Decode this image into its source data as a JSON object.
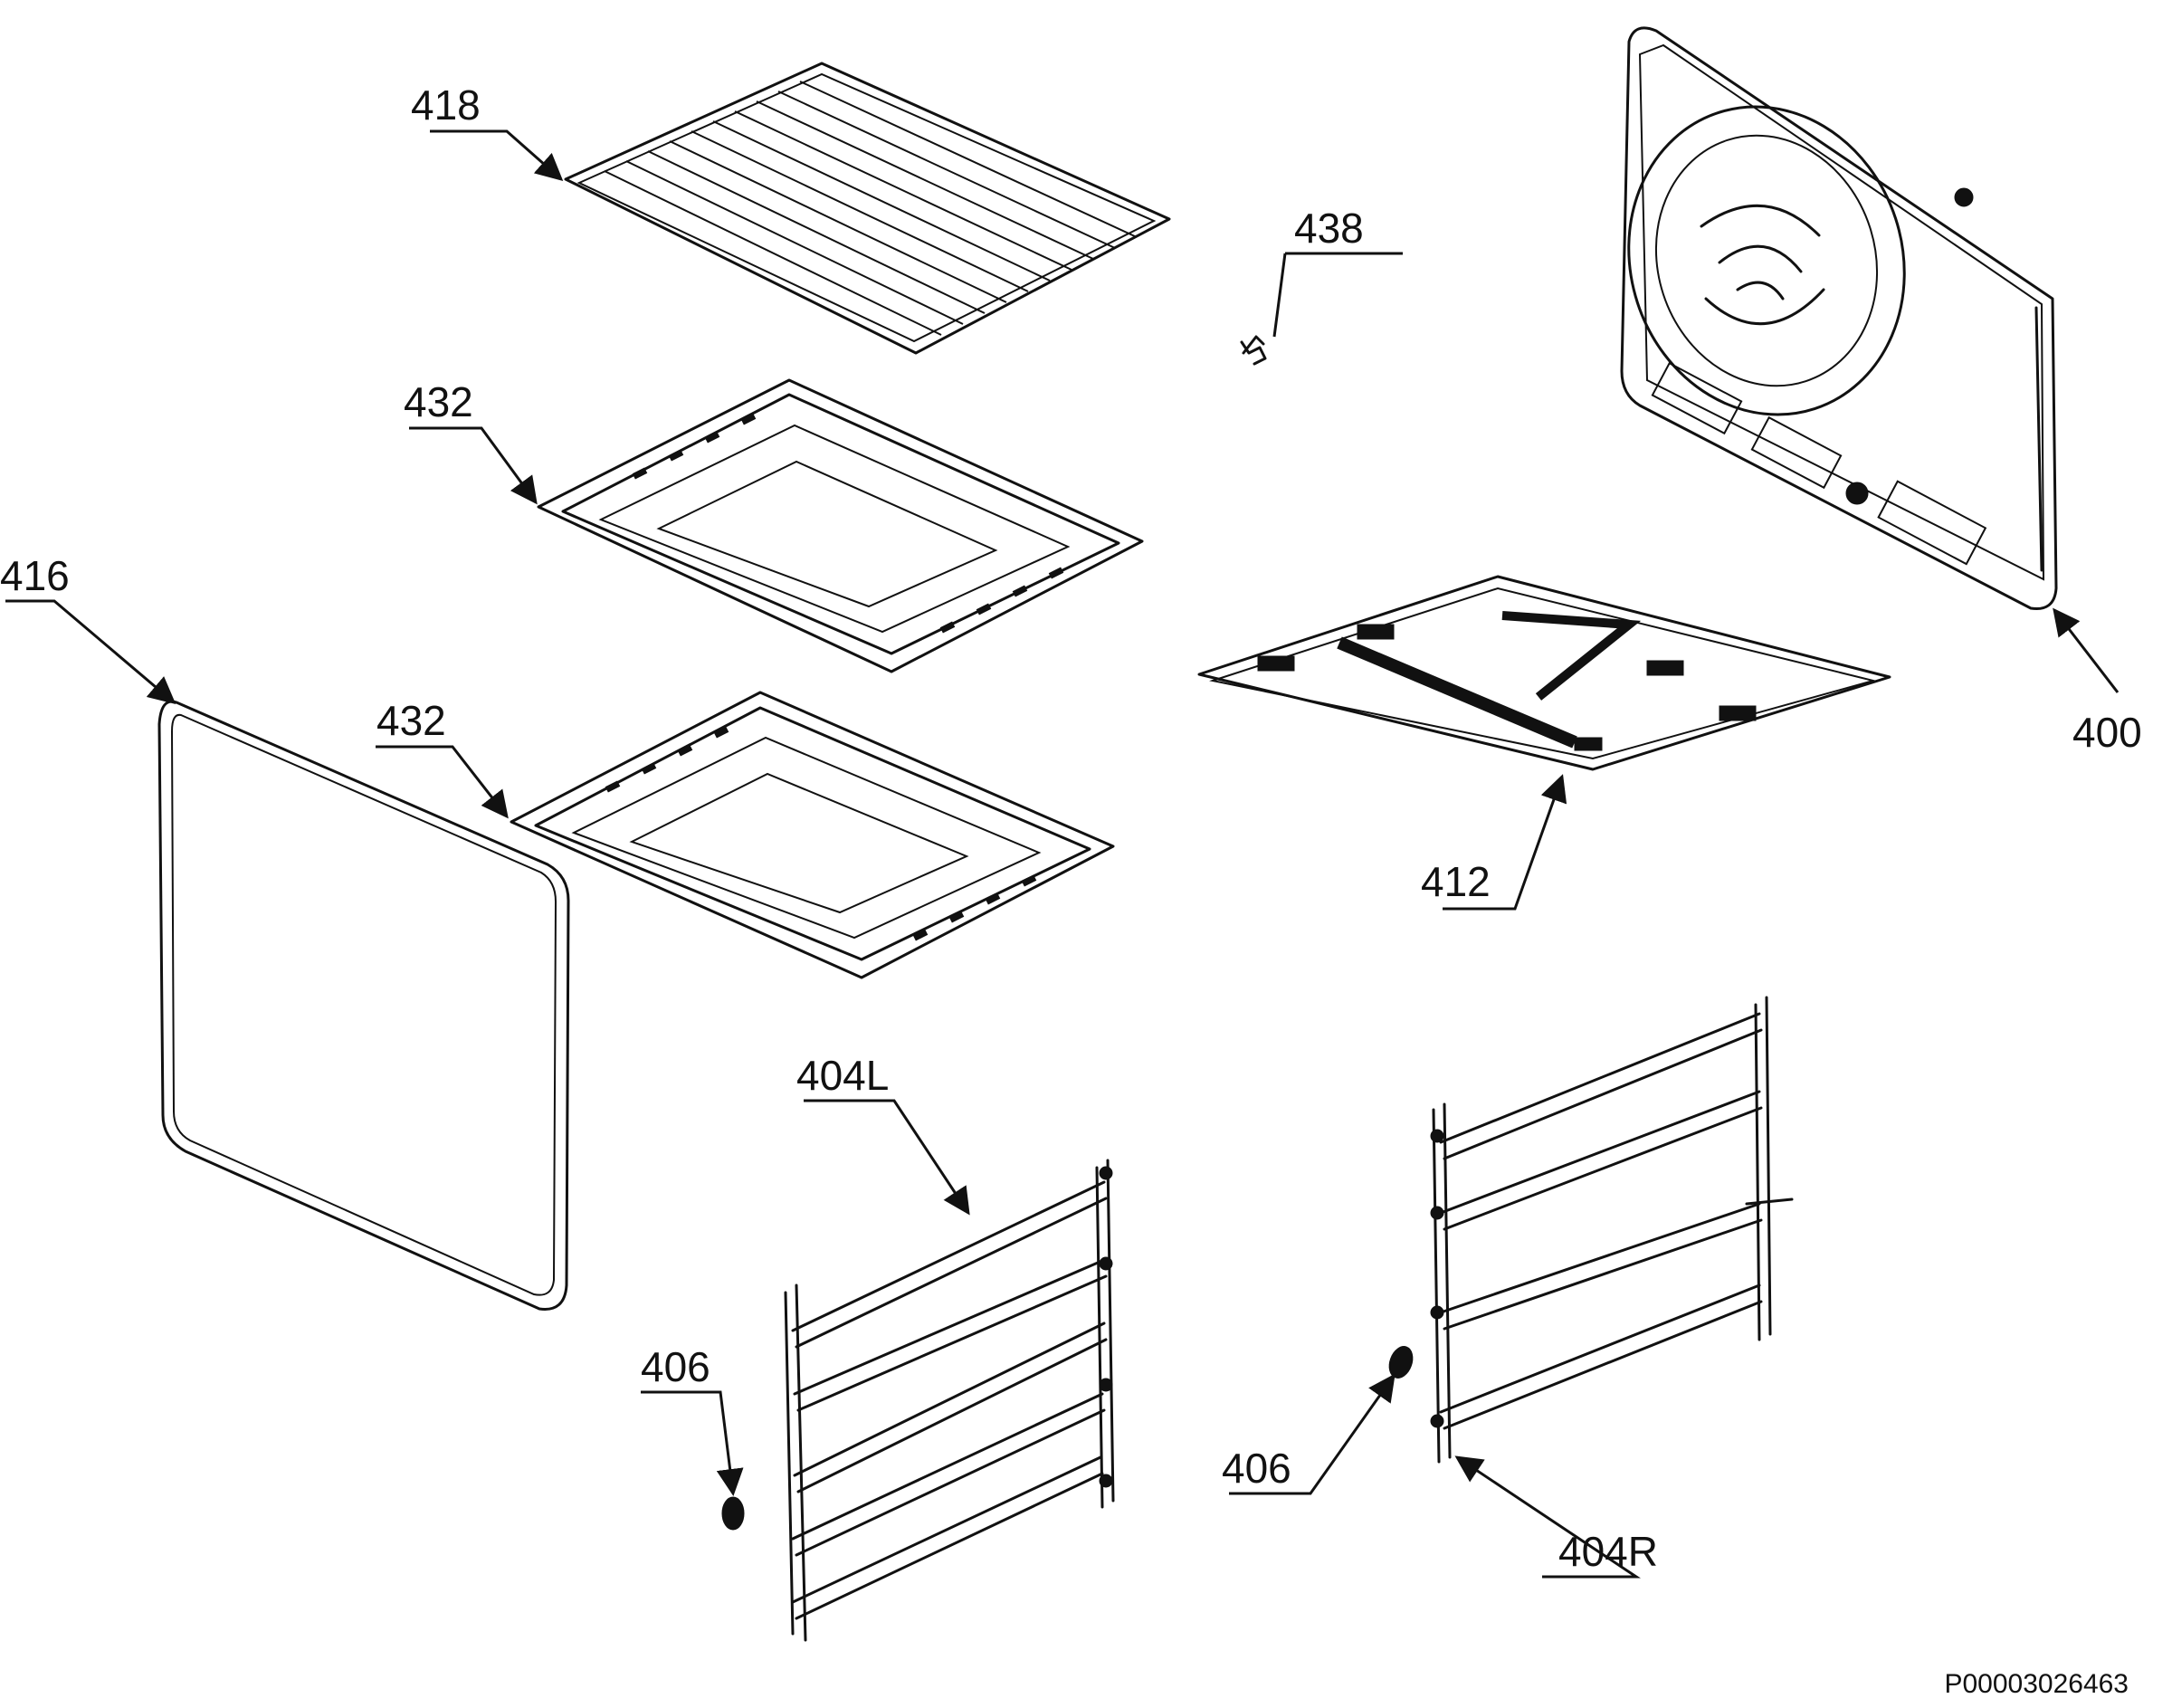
{
  "diagram": {
    "document_code": "P00003026463",
    "callouts": {
      "c418": "418",
      "c438": "438",
      "c432a": "432",
      "c432b": "432",
      "c416": "416",
      "c400": "400",
      "c412": "412",
      "c404L": "404L",
      "c404R": "404R",
      "c406a": "406",
      "c406b": "406"
    }
  }
}
